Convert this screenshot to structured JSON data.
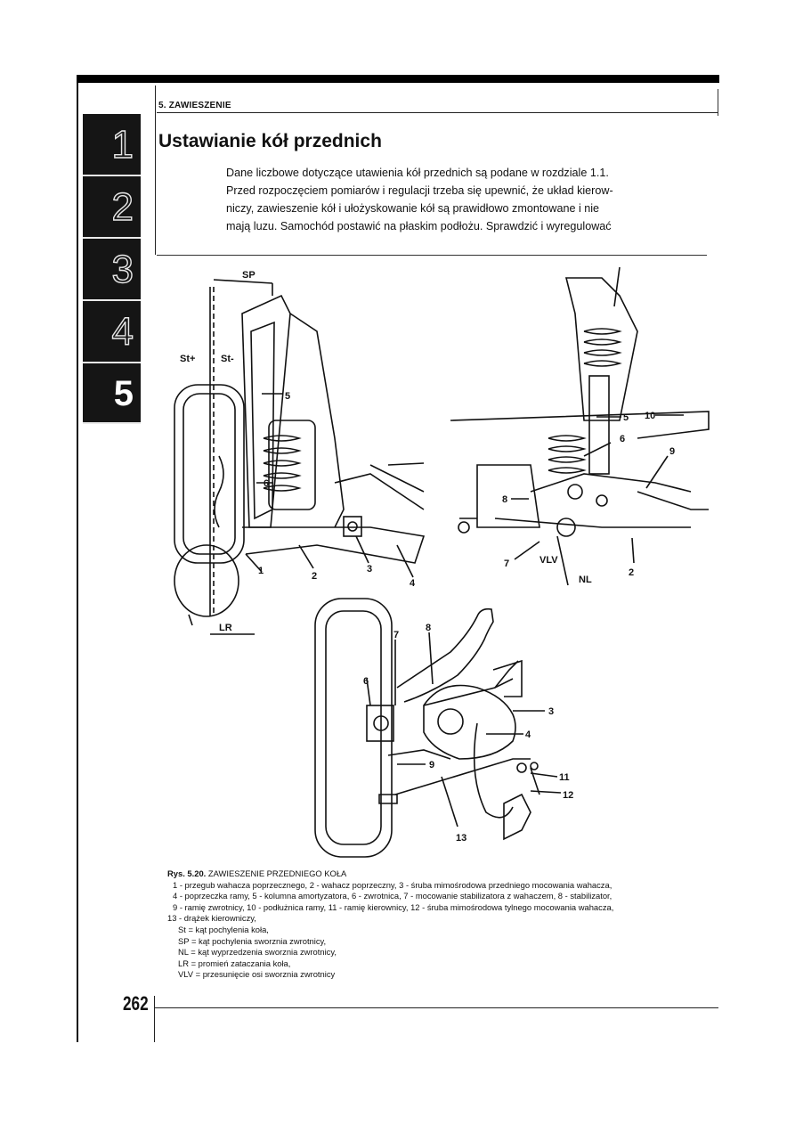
{
  "header": {
    "section": "5. ZAWIESZENIE"
  },
  "title": "Ustawianie kół przednich",
  "intro_lines": [
    "Dane liczbowe dotyczące utawienia kół przednich są podane w rozdziale 1.1.",
    "Przed rozpoczęciem pomiarów i regulacji trzeba się upewnić, że układ kierow-",
    "niczy, zawieszenie kół i ułożyskowanie kół są prawidłowo zmontowane i nie",
    "mają luzu. Samochód postawić na płaskim podłożu. Sprawdzić i wyregulować"
  ],
  "chapter_tabs": [
    "1",
    "2",
    "3",
    "4",
    "5"
  ],
  "active_tab": "5",
  "figure_labels": {
    "left": {
      "sp": "SP",
      "st_plus": "St+",
      "st_minus": "St-",
      "lr": "LR",
      "n5": "5",
      "n6": "6",
      "n1": "1",
      "n2": "2",
      "n3": "3",
      "n4": "4"
    },
    "right": {
      "n5": "5",
      "n10": "10",
      "n6": "6",
      "n9": "9",
      "n8": "8",
      "n7": "7",
      "vlv": "VLV",
      "nl": "NL",
      "n2": "2"
    },
    "bottom": {
      "n7": "7",
      "n8": "8",
      "n6": "6",
      "n3": "3",
      "n4": "4",
      "n9": "9",
      "n11": "11",
      "n12": "12",
      "n13": "13"
    }
  },
  "caption": {
    "fig_no": "Rys. 5.20.",
    "fig_title": "ZAWIESZENIE PRZEDNIEGO KOŁA",
    "lines": [
      "1 -  przegub wahacza poprzecznego, 2 - wahacz poprzeczny, 3 - śruba mimośrodowa przedniego mocowania wahacza,",
      "4 -  poprzeczka ramy, 5 - kolumna amortyzatora, 6 - zwrotnica, 7 - mocowanie stabilizatora z wahaczem, 8 - stabilizator,",
      "9 -  ramię zwrotnicy, 10 - podłużnica ramy, 11 - ramię kierownicy, 12 - śruba mimośrodowa tylnego mocowania wahacza,",
      "13 -  drążek kierowniczy,"
    ],
    "legend": [
      "St = kąt pochylenia koła,",
      "SP = kąt pochylenia sworznia zwrotnicy,",
      "NL = kąt wyprzedzenia sworznia zwrotnicy,",
      "LR = promień zataczania koła,",
      "VLV = przesunięcie osi sworznia zwrotnicy"
    ]
  },
  "page_number": "262"
}
